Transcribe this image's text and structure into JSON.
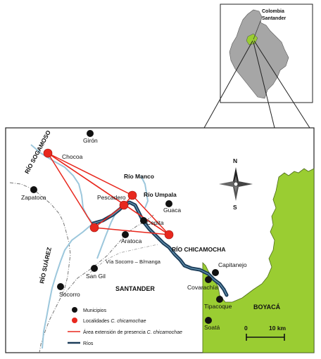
{
  "inset": {
    "country_label": "Colombia",
    "region_label": "Santander"
  },
  "rivers": {
    "sogamoso": "RÍO SOGAMOSO",
    "suarez": "RÍO SUÁREZ",
    "manco": "Río Manco",
    "umpala": "Río Umpala",
    "chicamocha": "RÍO CHICAMOCHA"
  },
  "regions": {
    "santander": "SANTANDER",
    "boyaca": "BOYACÁ"
  },
  "road_label": "Vía Socorro – B/manga",
  "municipios": {
    "giron": "Girón",
    "zapatoca": "Zapatoca",
    "guaca": "Guaca",
    "cepita": "Cepita",
    "aratoca": "Aratoca",
    "san_gil": "San Gil",
    "socorro": "Socorro",
    "capitanejo": "Capitanejo",
    "covarachia": "Covarachía",
    "tipacoque": "Tipacoque",
    "soata": "Soatá"
  },
  "localidades": {
    "chocoa": "Chocoa",
    "pescadero": "Pescadero"
  },
  "compass": {
    "n": "N",
    "s": "S"
  },
  "scale": {
    "zero": "0",
    "ten": "10 km"
  },
  "legend": {
    "municipios": "Municipios",
    "localidades_prefix": "Localidades ",
    "localidades_species": "C. chicamochae",
    "area_prefix": "Área extensión de presencia ",
    "area_species": "C. chicamochae",
    "rios": "Ríos"
  },
  "colors": {
    "locality_red": "#e8281e",
    "triangle_red": "#e8281e",
    "river_dark": "#1c3d5a",
    "river_light": "#a9d2e2",
    "boyaca_green": "#9acd32"
  }
}
